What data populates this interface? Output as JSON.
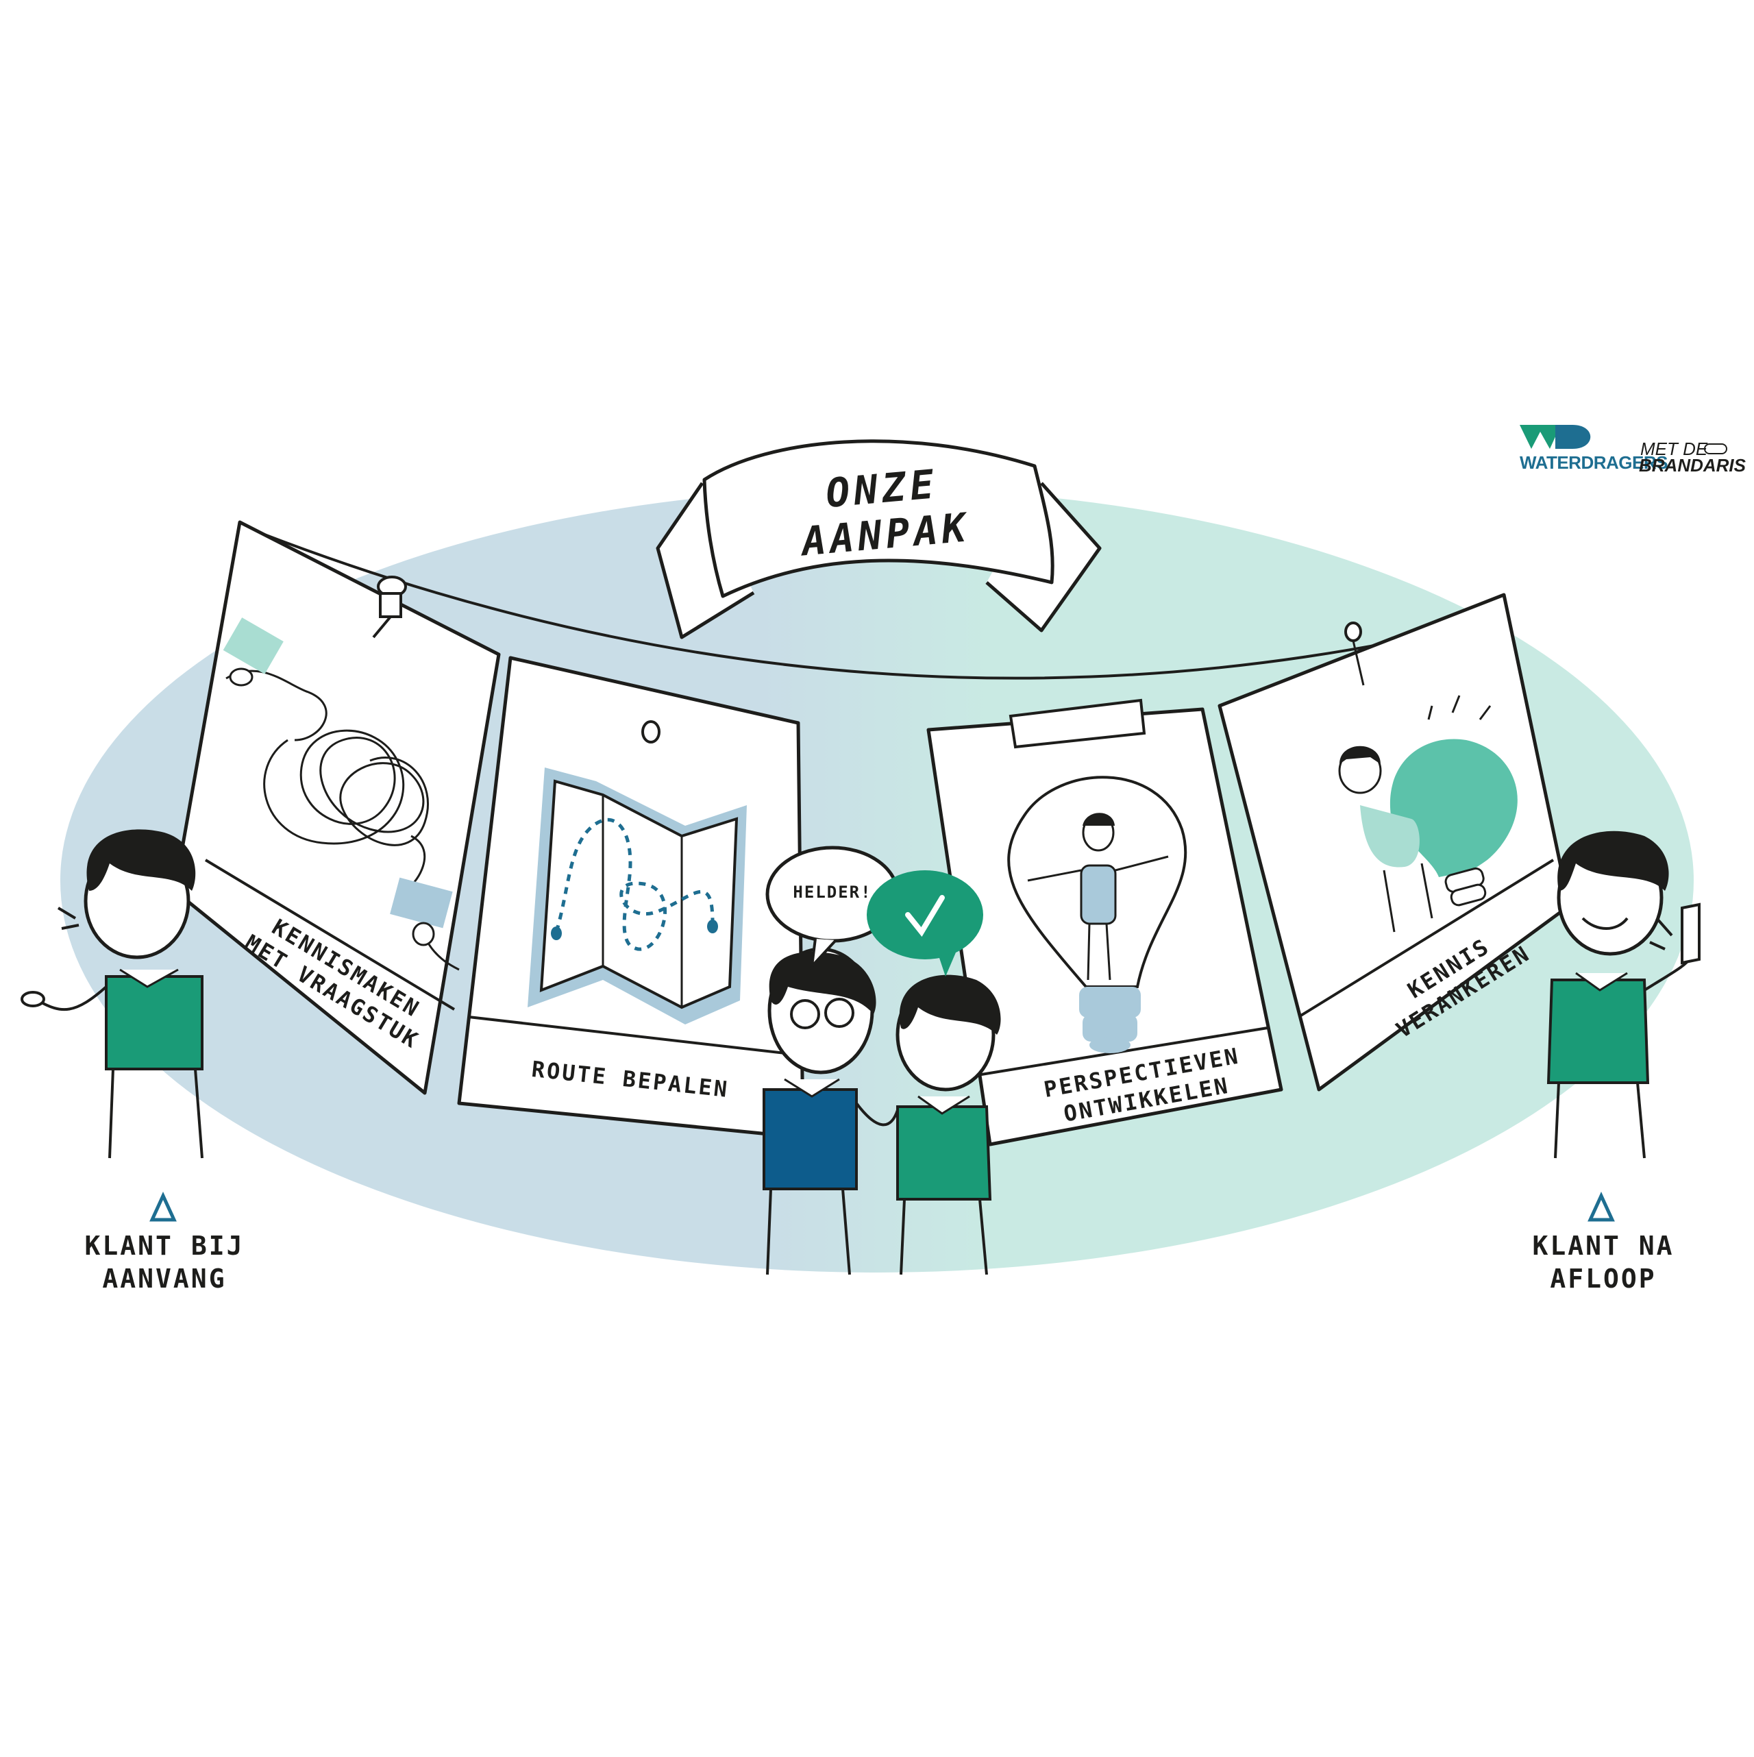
{
  "title": {
    "line1": "ONZE",
    "line2": "AANPAK"
  },
  "cards": [
    {
      "id": "kennismaken",
      "line1": "KENNISMAKEN",
      "line2": "MET VRAAGSTUK"
    },
    {
      "id": "route",
      "line1": "ROUTE BEPALEN",
      "line2": ""
    },
    {
      "id": "perspectieven",
      "line1": "PERSPECTIEVEN",
      "line2": "ONTWIKKELEN"
    },
    {
      "id": "verankeren",
      "line1": "KENNIS",
      "line2": "VERANKEREN"
    }
  ],
  "speech": {
    "text": "HELDER!"
  },
  "clients": {
    "start": {
      "line1": "KLANT BIJ",
      "line2": "AANVANG"
    },
    "end": {
      "line1": "KLANT NA",
      "line2": "AFLOOP"
    }
  },
  "logos": {
    "waterdragers": "WATERDRAGERS",
    "met_de": "MET DE",
    "brandaris": "BRANDARIS"
  },
  "colors": {
    "blue_bg": "#c9dde7",
    "green_bg": "#c9eae3",
    "green": "#1a9b77",
    "teal": "#5cc2aa",
    "navy": "#0d5c8c",
    "light_blue": "#a9c9da",
    "ink": "#1d1d1b"
  }
}
